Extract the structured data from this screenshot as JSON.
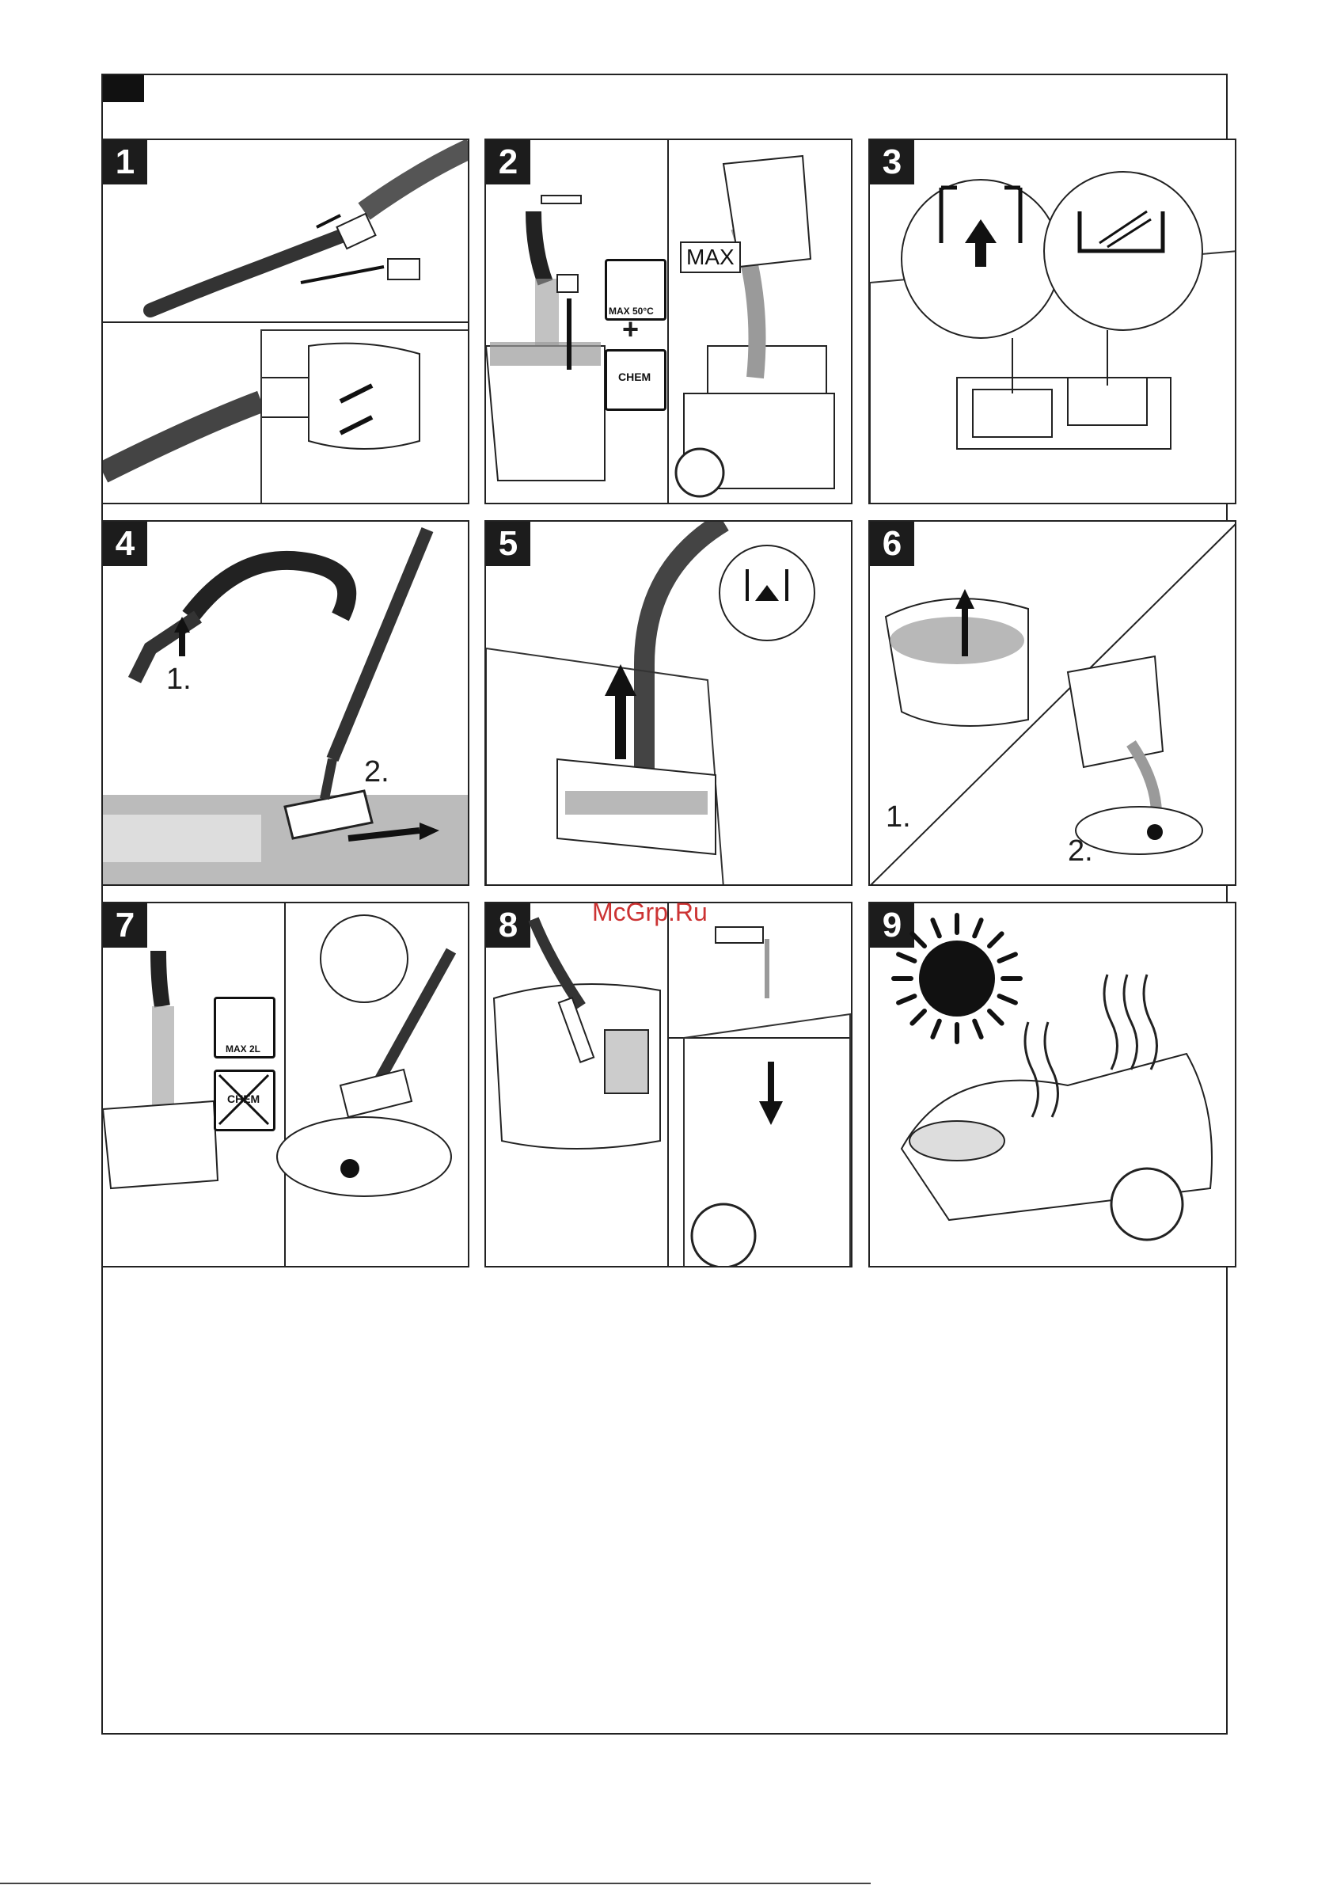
{
  "steps": [
    {
      "number": "1"
    },
    {
      "number": "2",
      "max_label": "MAX",
      "tap_label": "MAX 50°C",
      "plus": "+",
      "chem_label": "CHEM"
    },
    {
      "number": "3"
    },
    {
      "number": "4",
      "label_1": "1.",
      "label_2": "2."
    },
    {
      "number": "5"
    },
    {
      "number": "6",
      "label_1": "1.",
      "label_2": "2."
    },
    {
      "number": "7",
      "tap_label": "MAX 2L",
      "chem_label": "CHEM"
    },
    {
      "number": "8"
    },
    {
      "number": "9"
    }
  ],
  "watermark": "McGrp.Ru",
  "colors": {
    "ink": "#1c1c1c",
    "water": "#9a9a9a",
    "watermark": "#cc3333"
  }
}
